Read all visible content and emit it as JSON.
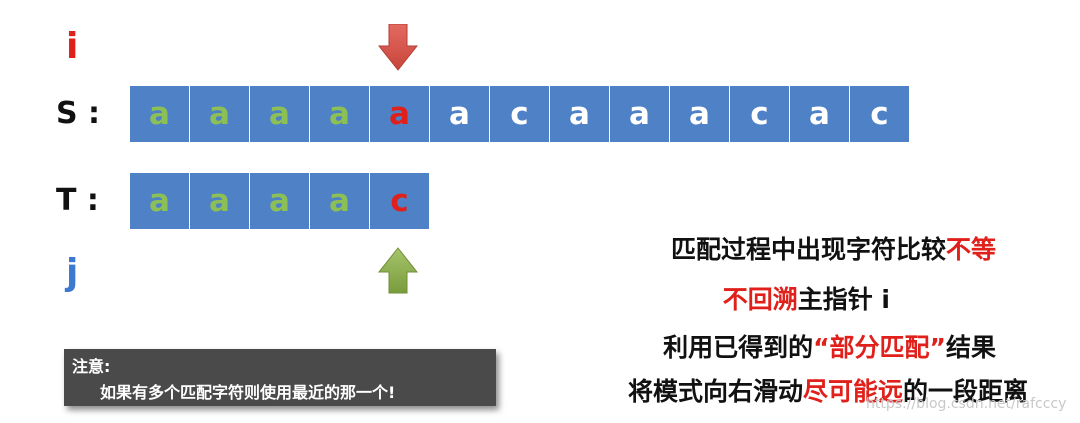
{
  "labels": {
    "i": "i",
    "s": "S :",
    "t": "T :",
    "j": "j"
  },
  "S_cells": [
    {
      "ch": "a",
      "color": "green"
    },
    {
      "ch": "a",
      "color": "green"
    },
    {
      "ch": "a",
      "color": "green"
    },
    {
      "ch": "a",
      "color": "green"
    },
    {
      "ch": "a",
      "color": "red"
    },
    {
      "ch": "a",
      "color": "white"
    },
    {
      "ch": "c",
      "color": "white"
    },
    {
      "ch": "a",
      "color": "white"
    },
    {
      "ch": "a",
      "color": "white"
    },
    {
      "ch": "a",
      "color": "white"
    },
    {
      "ch": "c",
      "color": "white"
    },
    {
      "ch": "a",
      "color": "white"
    },
    {
      "ch": "c",
      "color": "white"
    }
  ],
  "T_cells": [
    {
      "ch": "a",
      "color": "green"
    },
    {
      "ch": "a",
      "color": "green"
    },
    {
      "ch": "a",
      "color": "green"
    },
    {
      "ch": "a",
      "color": "green"
    },
    {
      "ch": "c",
      "color": "red"
    }
  ],
  "text": {
    "line1_a": "匹配过程中出现字符比较",
    "line1_b": "不等",
    "line2_a": "不回溯",
    "line2_b": "主指针 i",
    "line3_a": "利用已得到的",
    "line3_b": "“部分匹配”",
    "line3_c": "结果",
    "line4_a": "将模式向右滑动",
    "line4_b": "尽可能远",
    "line4_c": "的一段距离"
  },
  "note": {
    "title": "注意:",
    "body": "如果有多个匹配字符则使用最近的那一个!"
  },
  "watermark": "https://blog.csdn.net/rafcccy",
  "colors": {
    "cell_bg": "#4f81c7",
    "green": "#8dbf57",
    "red": "#e0201b",
    "down_arrow": "#d9534a",
    "up_arrow": "#8aac48"
  }
}
